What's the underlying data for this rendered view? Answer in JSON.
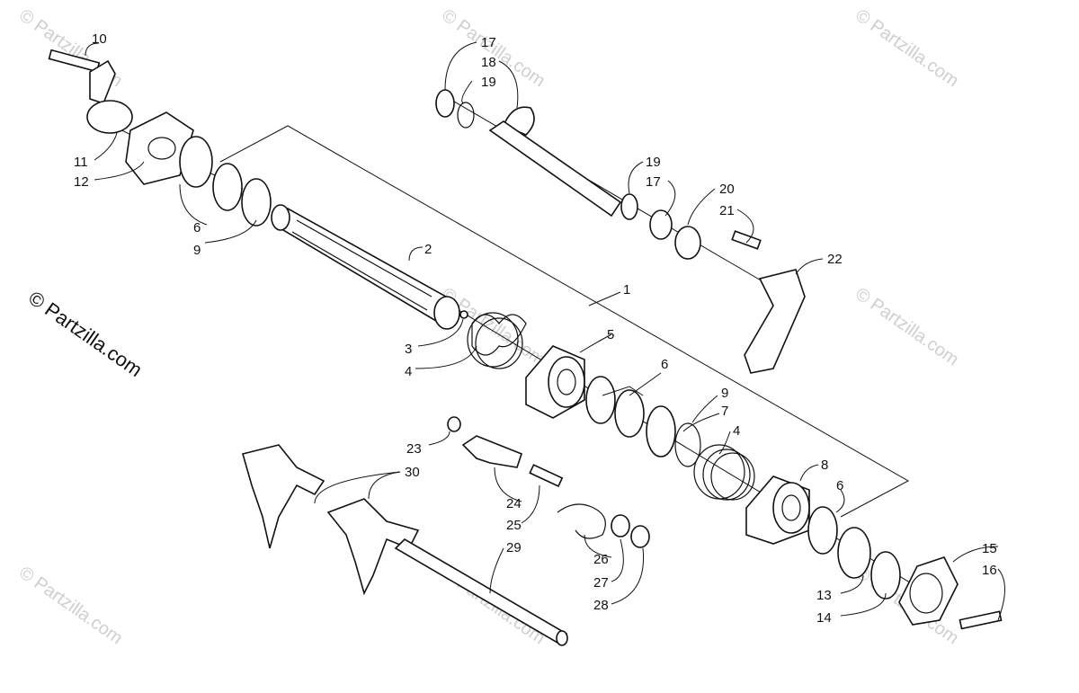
{
  "watermark": {
    "brand": "© Partzilla.com",
    "faint": "© Partzilla.com"
  },
  "callouts": [
    {
      "id": "c10",
      "text": "10"
    },
    {
      "id": "c11",
      "text": "11"
    },
    {
      "id": "c12",
      "text": "12"
    },
    {
      "id": "c6a",
      "text": "6"
    },
    {
      "id": "c9a",
      "text": "9"
    },
    {
      "id": "c2",
      "text": "2"
    },
    {
      "id": "c3",
      "text": "3"
    },
    {
      "id": "c4a",
      "text": "4"
    },
    {
      "id": "c5",
      "text": "5"
    },
    {
      "id": "c1",
      "text": "1"
    },
    {
      "id": "c6b",
      "text": "6"
    },
    {
      "id": "c9b",
      "text": "9"
    },
    {
      "id": "c7",
      "text": "7"
    },
    {
      "id": "c4b",
      "text": "4"
    },
    {
      "id": "c8",
      "text": "8"
    },
    {
      "id": "c6c",
      "text": "6"
    },
    {
      "id": "c17a",
      "text": "17"
    },
    {
      "id": "c18",
      "text": "18"
    },
    {
      "id": "c19a",
      "text": "19"
    },
    {
      "id": "c19b",
      "text": "19"
    },
    {
      "id": "c17b",
      "text": "17"
    },
    {
      "id": "c20",
      "text": "20"
    },
    {
      "id": "c21",
      "text": "21"
    },
    {
      "id": "c22",
      "text": "22"
    },
    {
      "id": "c23",
      "text": "23"
    },
    {
      "id": "c30",
      "text": "30"
    },
    {
      "id": "c24",
      "text": "24"
    },
    {
      "id": "c25",
      "text": "25"
    },
    {
      "id": "c29",
      "text": "29"
    },
    {
      "id": "c26",
      "text": "26"
    },
    {
      "id": "c27",
      "text": "27"
    },
    {
      "id": "c28",
      "text": "28"
    },
    {
      "id": "c13",
      "text": "13"
    },
    {
      "id": "c14",
      "text": "14"
    },
    {
      "id": "c15",
      "text": "15"
    },
    {
      "id": "c16",
      "text": "16"
    }
  ]
}
